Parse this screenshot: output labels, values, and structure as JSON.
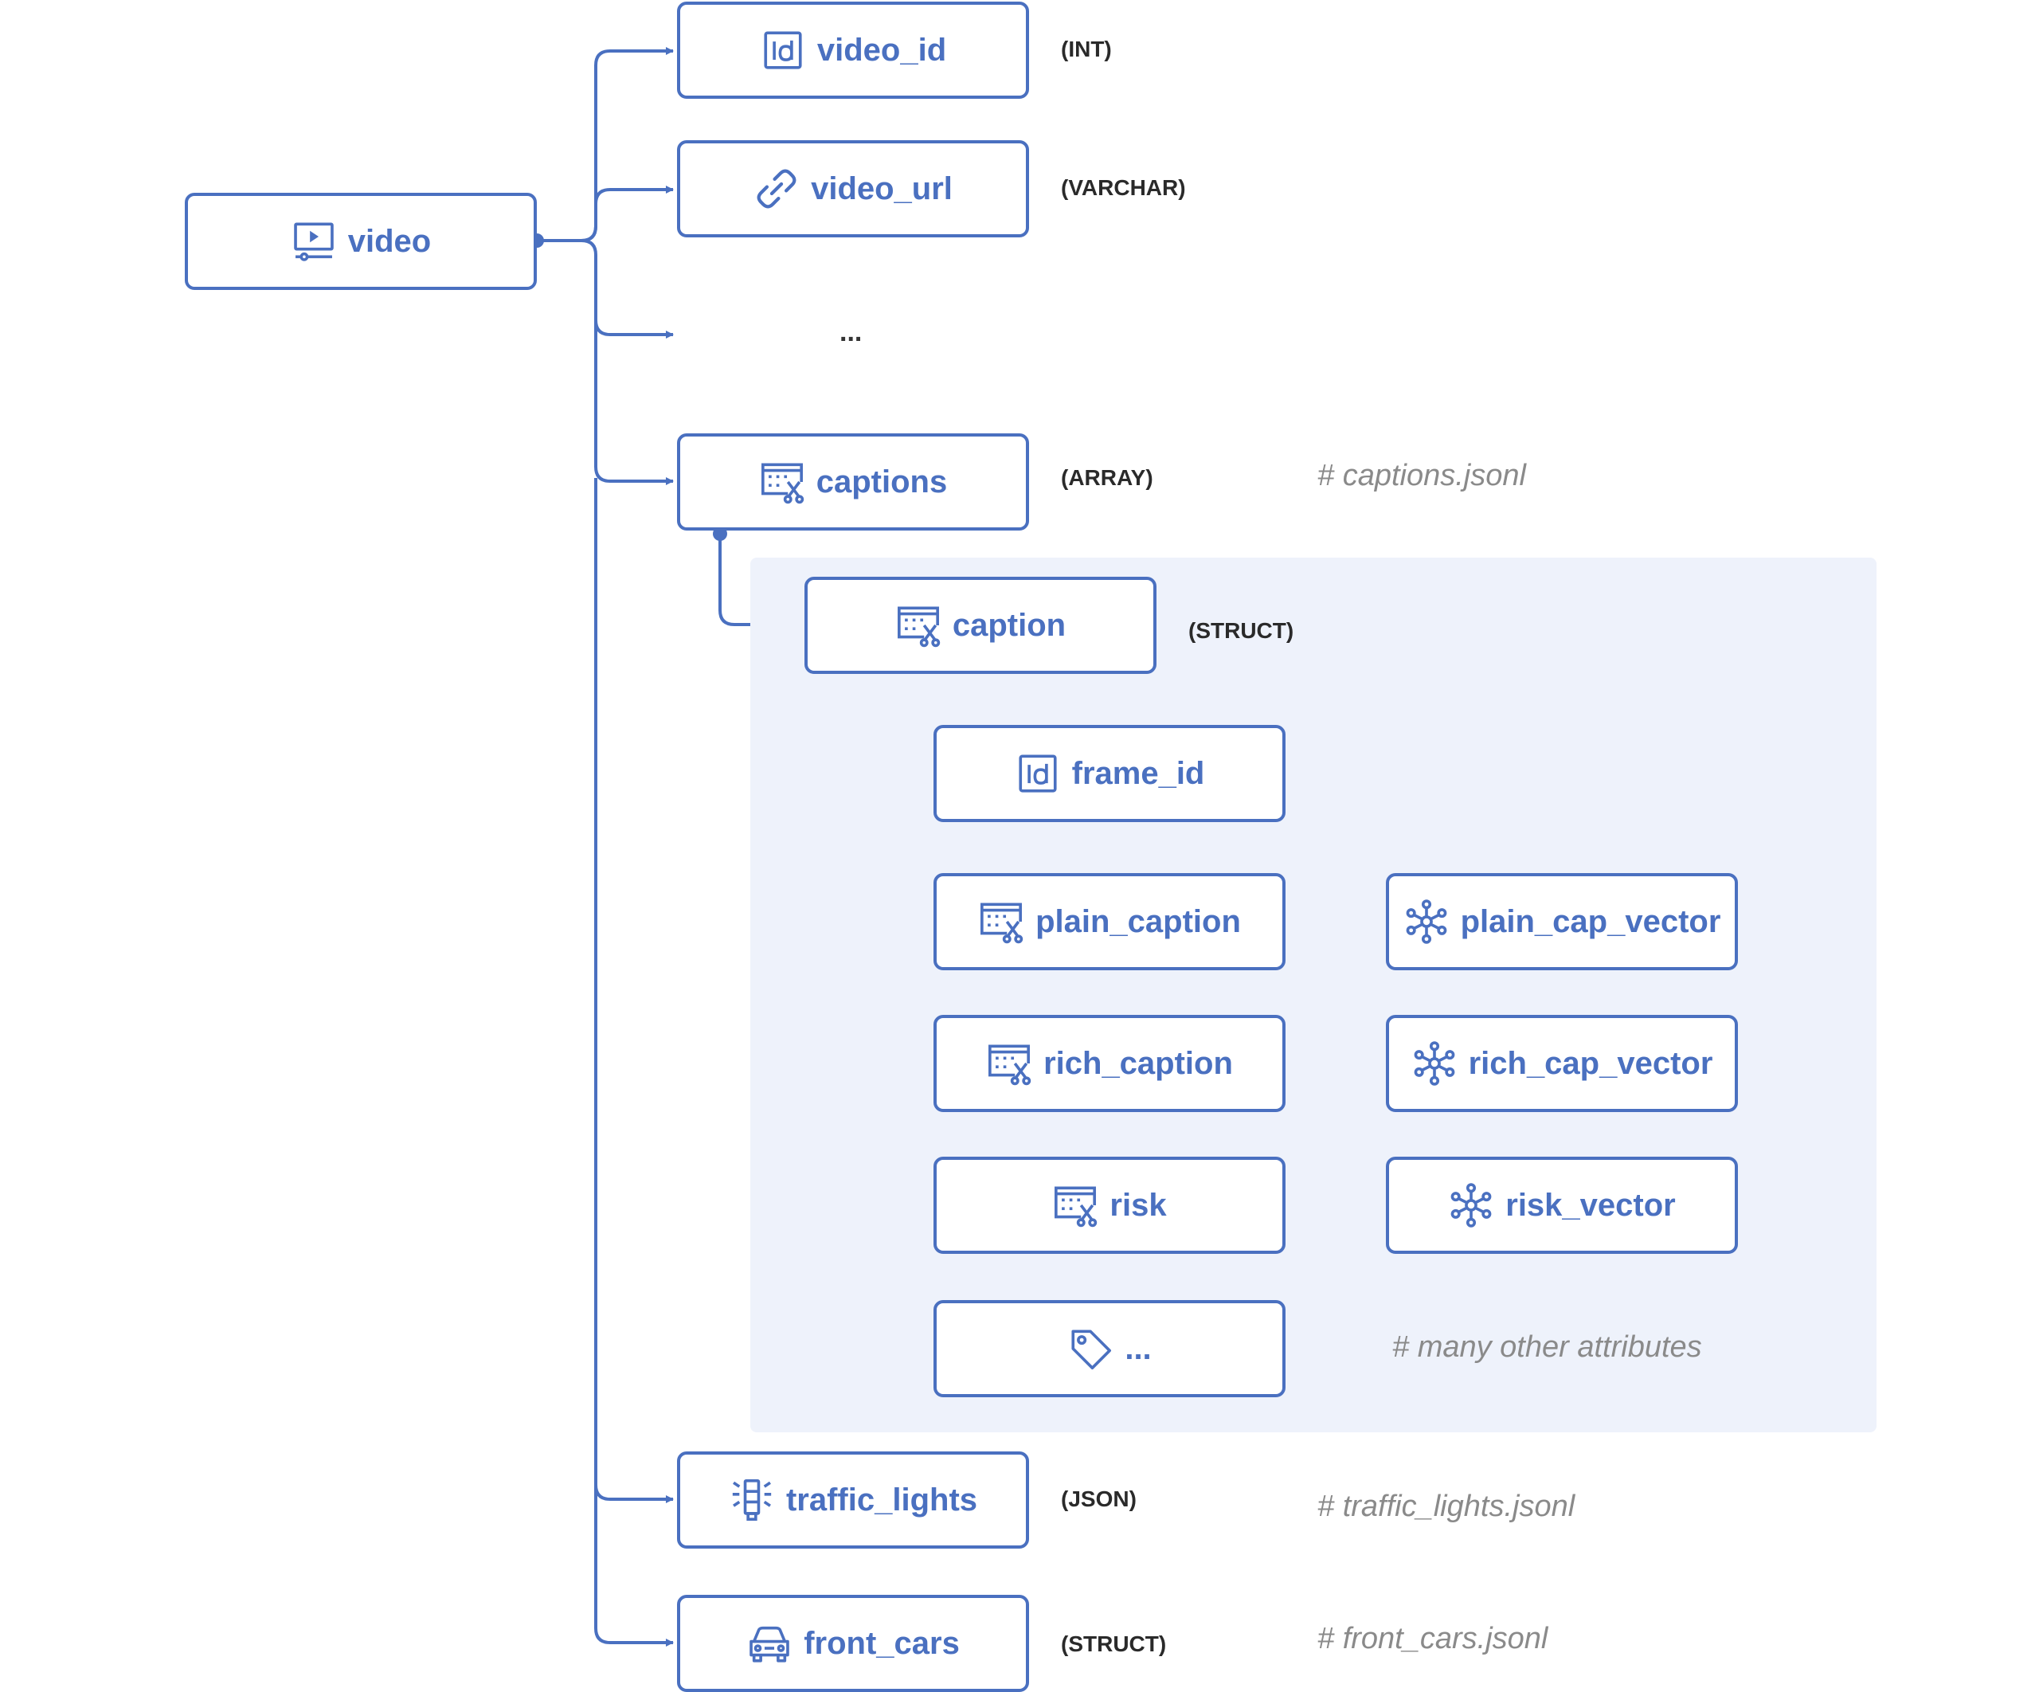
{
  "colors": {
    "accent": "#4a70c0",
    "group_background": "#eef2fb",
    "type_text": "#2a2a2a",
    "comment_text": "#8a8a8a"
  },
  "nodes": {
    "video": {
      "label": "video",
      "icon": "video-player-icon"
    },
    "video_id": {
      "label": "video_id",
      "icon": "id-icon",
      "type": "(INT)"
    },
    "video_url": {
      "label": "video_url",
      "icon": "link-icon",
      "type": "(VARCHAR)"
    },
    "ellipsis_top": {
      "label": "..."
    },
    "captions": {
      "label": "captions",
      "icon": "caption-icon",
      "type": "(ARRAY)",
      "comment": "# captions.jsonl"
    },
    "caption": {
      "label": "caption",
      "icon": "caption-icon",
      "type": "(STRUCT)"
    },
    "frame_id": {
      "label": "frame_id",
      "icon": "id-icon"
    },
    "plain_caption": {
      "label": "plain_caption",
      "icon": "caption-icon"
    },
    "rich_caption": {
      "label": "rich_caption",
      "icon": "caption-icon"
    },
    "risk": {
      "label": "risk",
      "icon": "caption-icon"
    },
    "other_attrs": {
      "label": "...",
      "icon": "tag-icon",
      "comment": "# many other attributes"
    },
    "plain_cap_vector": {
      "label": "plain_cap_vector",
      "icon": "vector-network-icon"
    },
    "rich_cap_vector": {
      "label": "rich_cap_vector",
      "icon": "vector-network-icon"
    },
    "risk_vector": {
      "label": "risk_vector",
      "icon": "vector-network-icon"
    },
    "traffic_lights": {
      "label": "traffic_lights",
      "icon": "traffic-light-icon",
      "type": "(JSON)",
      "comment": "# traffic_lights.jsonl"
    },
    "front_cars": {
      "label": "front_cars",
      "icon": "car-icon",
      "type": "(STRUCT)",
      "comment": "# front_cars.jsonl"
    }
  }
}
